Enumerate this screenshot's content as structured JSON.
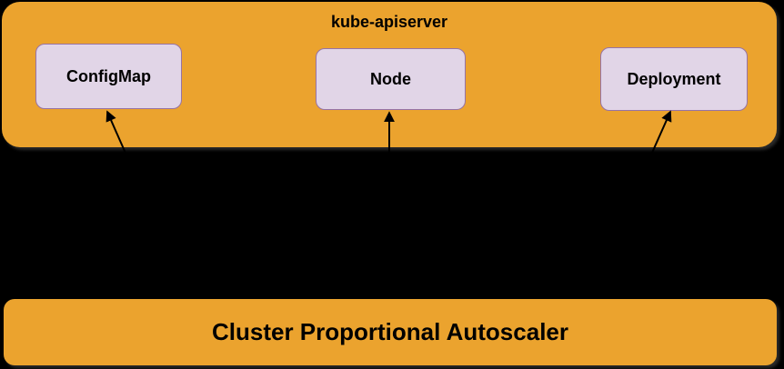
{
  "diagram": {
    "api_server": {
      "label": "kube-apiserver",
      "resources": [
        {
          "label": "ConfigMap"
        },
        {
          "label": "Node"
        },
        {
          "label": "Deployment"
        }
      ]
    },
    "autoscaler": {
      "label": "Cluster Proportional Autoscaler"
    },
    "colors": {
      "container_fill": "#EBA32E",
      "resource_fill": "#E1D5E7",
      "resource_border": "#9673A6",
      "arrow": "#000000",
      "text": "#000000",
      "background": "#000000"
    }
  }
}
